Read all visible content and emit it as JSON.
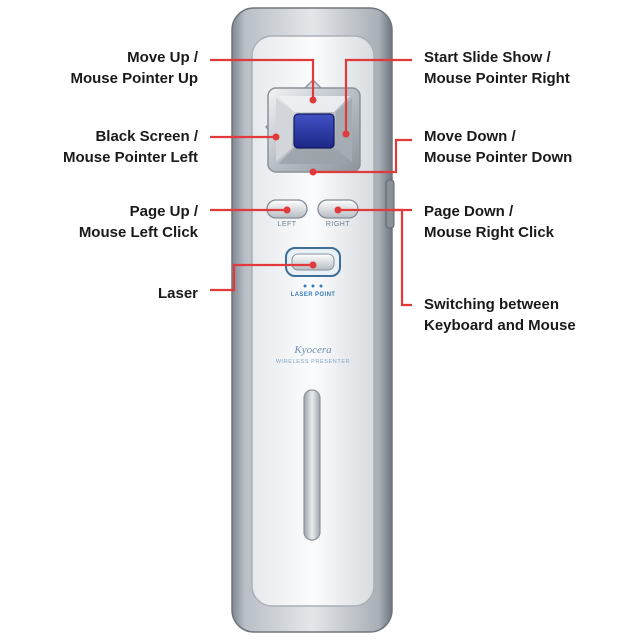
{
  "callouts": {
    "move_up": {
      "line1": "Move Up /",
      "line2": "Mouse Pointer Up"
    },
    "black_screen": {
      "line1": "Black Screen /",
      "line2": "Mouse Pointer Left"
    },
    "page_up": {
      "line1": "Page Up /",
      "line2": "Mouse Left Click"
    },
    "laser": {
      "line1": "Laser"
    },
    "start_slide_show": {
      "line1": "Start Slide Show /",
      "line2": "Mouse Pointer Right"
    },
    "move_down": {
      "line1": "Move Down /",
      "line2": "Mouse Pointer Down"
    },
    "page_down": {
      "line1": "Page Down /",
      "line2": "Mouse Right Click"
    },
    "switching": {
      "line1": "Switching between",
      "line2": "Keyboard and Mouse"
    }
  },
  "device": {
    "left_label": "LEFT",
    "right_label": "RIGHT",
    "laser_label": "LASER POINT",
    "brand": "Kyocera",
    "model_text": "WIRELESS PRESENTER"
  },
  "colors": {
    "leader_line": "#e03a3a",
    "center_button": "#2a3aa8",
    "body_silver": "#c9cdd2",
    "label_text": "#1a1a1a",
    "laser_label": "#3a7ab8"
  }
}
